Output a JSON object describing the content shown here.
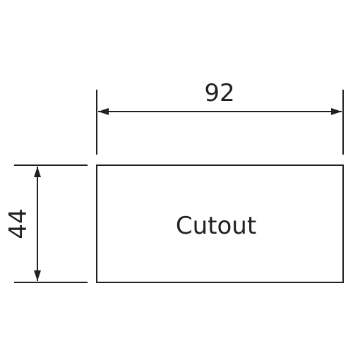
{
  "drawing": {
    "width_label": "92",
    "height_label": "44",
    "cutout_label": "Cutout",
    "line_color": "#231f20"
  }
}
